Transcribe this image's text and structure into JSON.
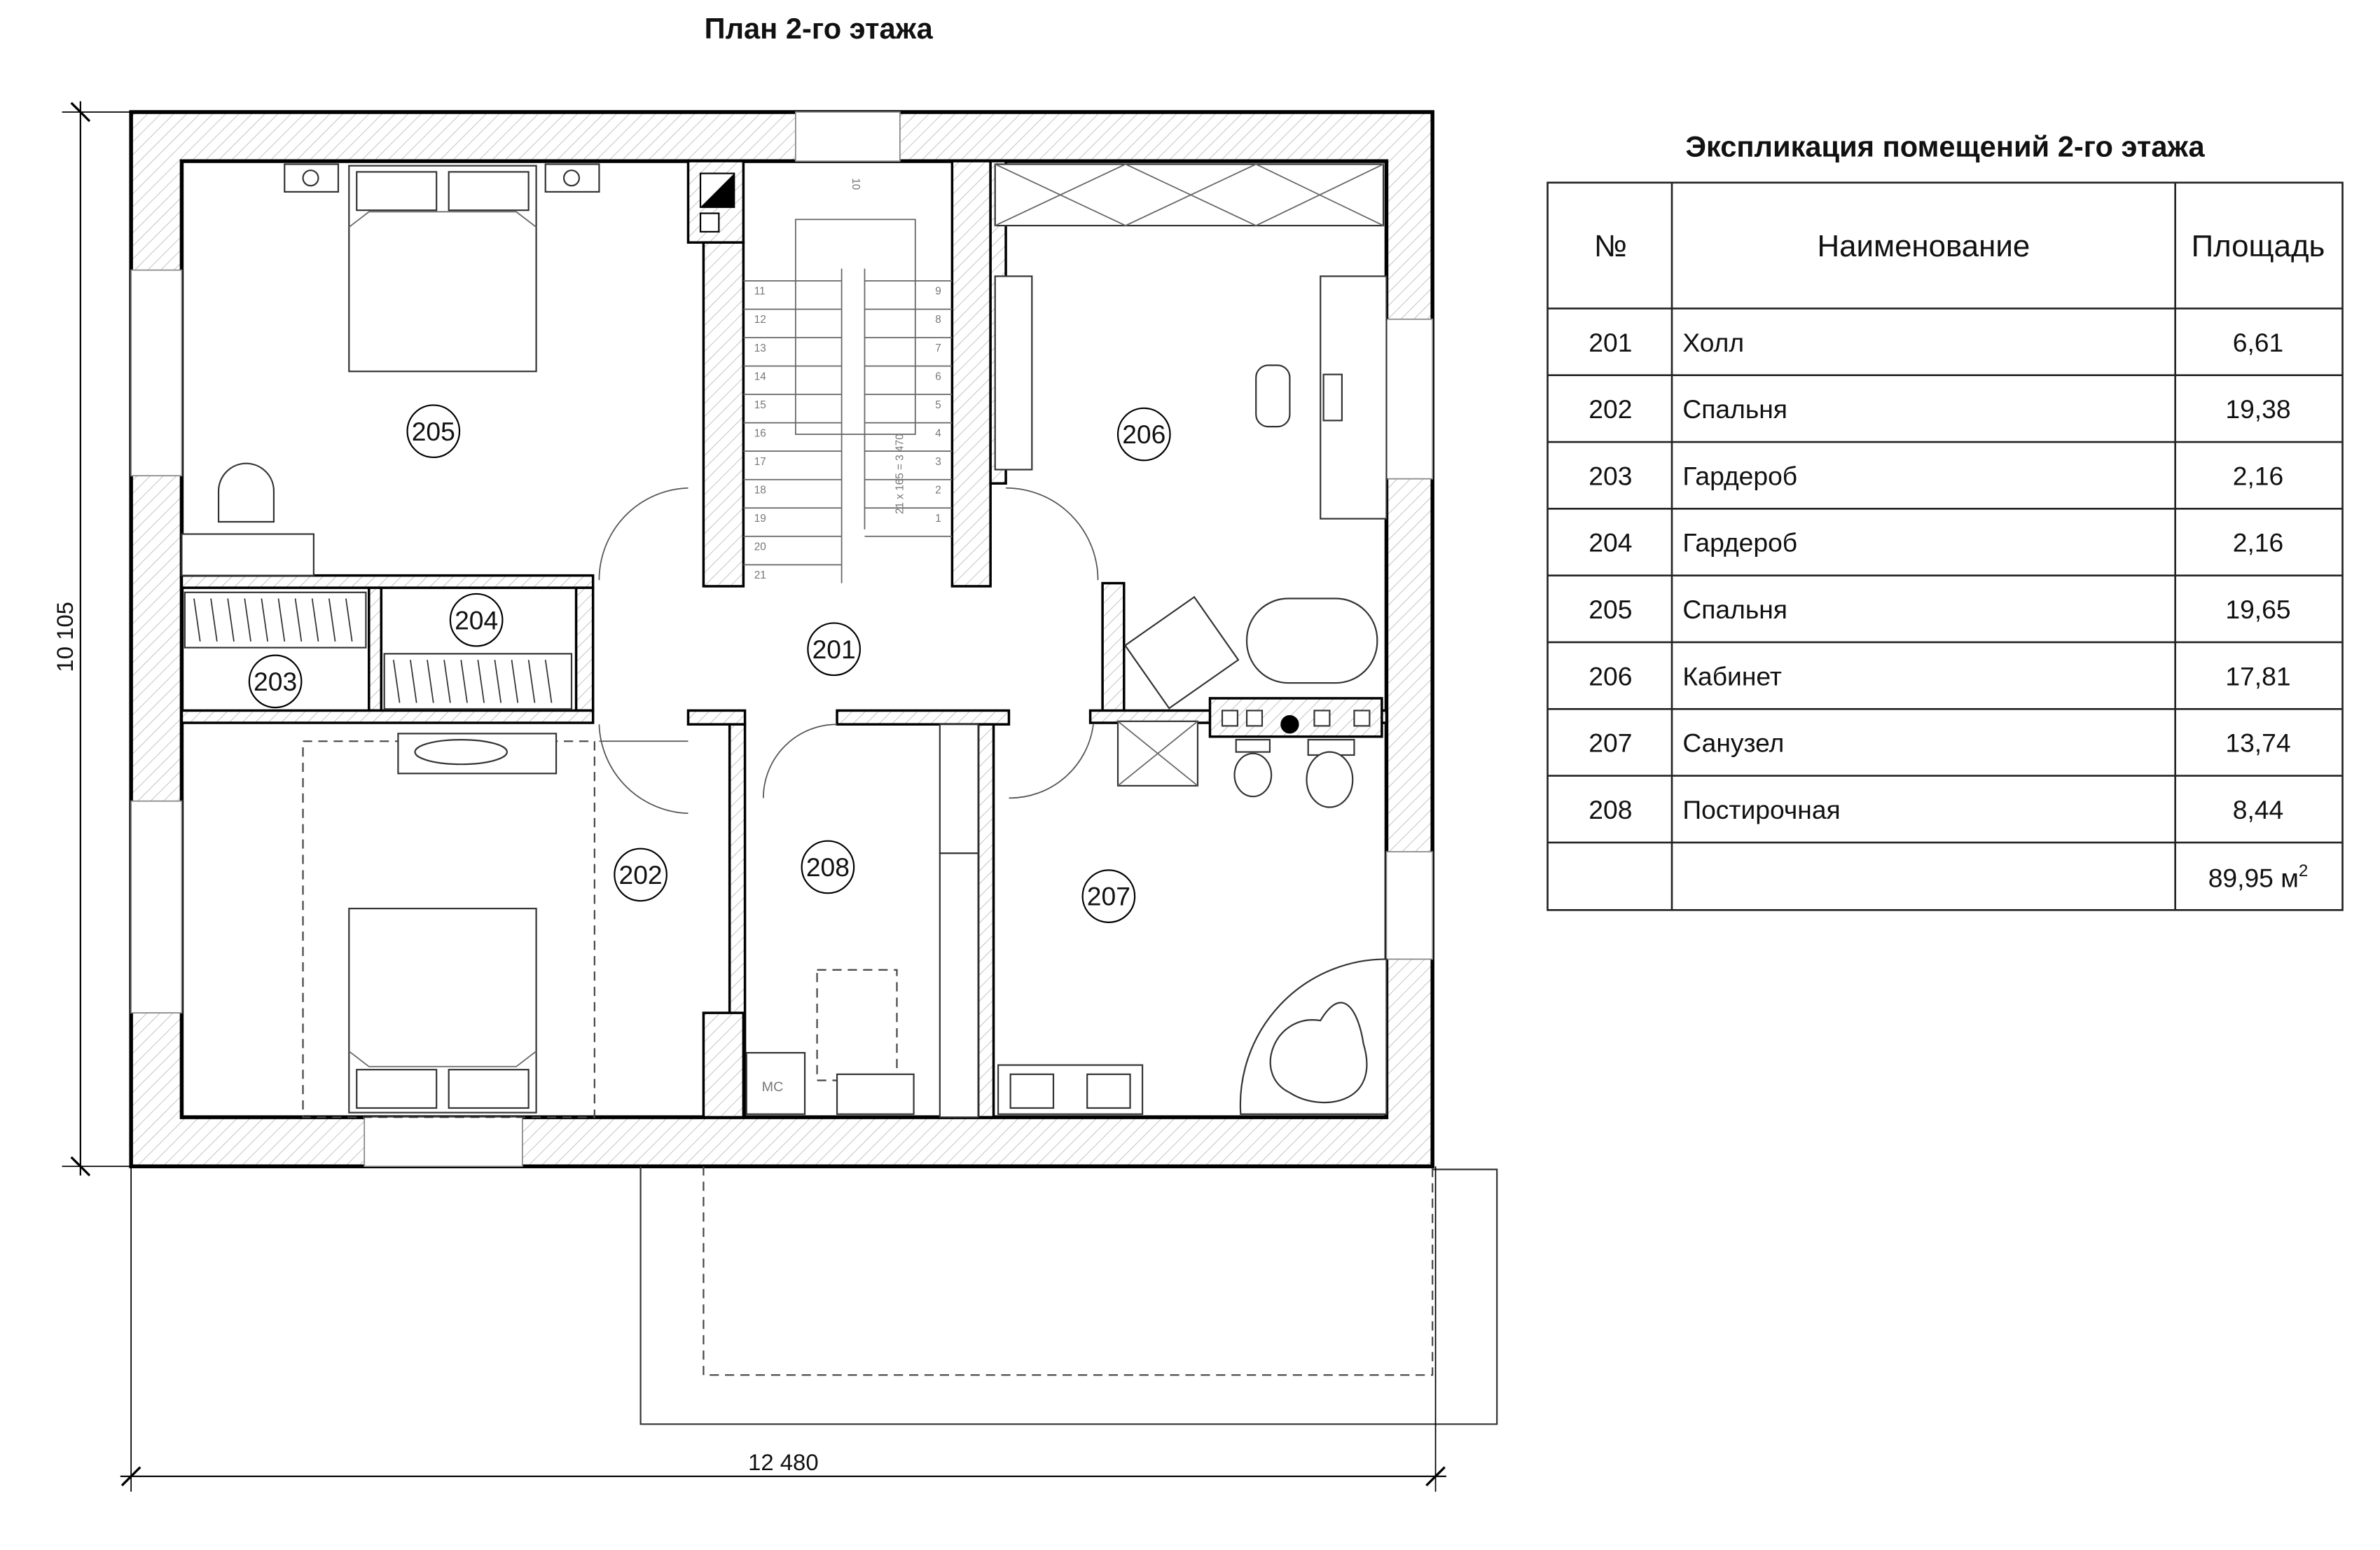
{
  "plan": {
    "title": "План 2-го этажа",
    "dimension_height": "10 105",
    "dimension_width": "12 480",
    "stair_label": "21 x 165 = 3 470",
    "stair_steps_left": [
      "11",
      "12",
      "13",
      "14",
      "15",
      "16",
      "17",
      "18",
      "19",
      "20",
      "21"
    ],
    "stair_steps_right": [
      "9",
      "8",
      "7",
      "6",
      "5",
      "4",
      "3",
      "2",
      "1"
    ],
    "stair_landing": "10",
    "appliance_label": "МС",
    "rooms": {
      "r201": "201",
      "r202": "202",
      "r203": "203",
      "r204": "204",
      "r205": "205",
      "r206": "206",
      "r207": "207",
      "r208": "208"
    }
  },
  "explication": {
    "title": "Экспликация помещений 2-го этажа",
    "headers": {
      "num": "№",
      "name": "Наименование",
      "area": "Площадь"
    },
    "rows": [
      {
        "num": "201",
        "name": "Холл",
        "area": "6,61"
      },
      {
        "num": "202",
        "name": "Спальня",
        "area": "19,38"
      },
      {
        "num": "203",
        "name": "Гардероб",
        "area": "2,16"
      },
      {
        "num": "204",
        "name": "Гардероб",
        "area": "2,16"
      },
      {
        "num": "205",
        "name": "Спальня",
        "area": "19,65"
      },
      {
        "num": "206",
        "name": "Кабинет",
        "area": "17,81"
      },
      {
        "num": "207",
        "name": "Санузел",
        "area": "13,74"
      },
      {
        "num": "208",
        "name": "Постирочная",
        "area": "8,44"
      }
    ],
    "total": "89,95 м",
    "total_sup": "2"
  }
}
